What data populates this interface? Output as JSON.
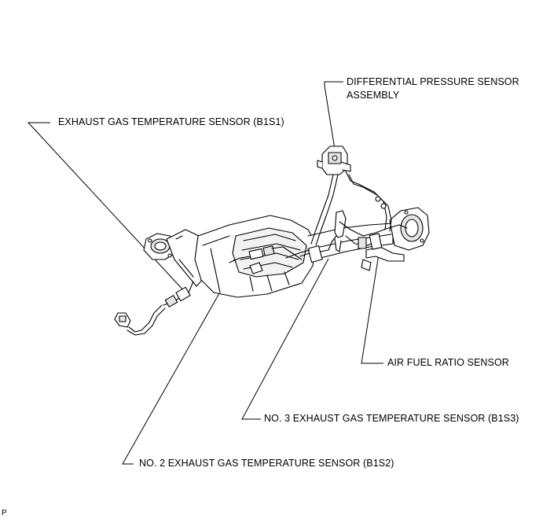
{
  "labels": {
    "differential_pressure_line1": "DIFFERENTIAL PRESSURE SENSOR",
    "differential_pressure_line2": "ASSEMBLY",
    "egt_b1s1": "EXHAUST GAS TEMPERATURE SENSOR (B1S1)",
    "air_fuel_ratio": "AIR FUEL RATIO SENSOR",
    "egt_no3_b1s3": "NO. 3 EXHAUST GAS TEMPERATURE SENSOR (B1S3)",
    "egt_no2_b1s2": "NO. 2 EXHAUST GAS TEMPERATURE SENSOR (B1S2)"
  },
  "footer": {
    "code": "P"
  },
  "colors": {
    "line": "#000000",
    "fill_body": "#ffffff",
    "shade": "#e6e6e6",
    "background": "#ffffff"
  }
}
